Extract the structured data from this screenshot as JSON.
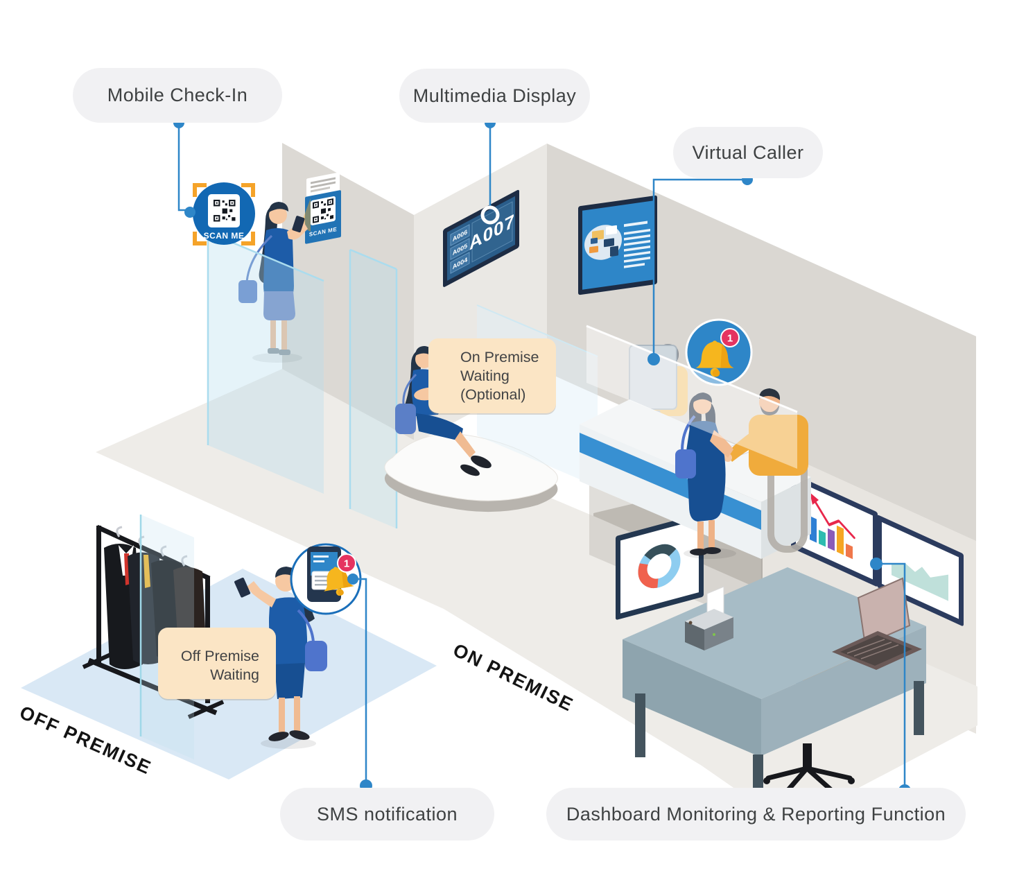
{
  "feature_labels": {
    "mobile_checkin": "Mobile Check-In",
    "multimedia_display": "Multimedia Display",
    "virtual_caller": "Virtual Caller",
    "sms_notification": "SMS notification",
    "dashboard_monitoring": "Dashboard Monitoring & Reporting Function"
  },
  "callouts": {
    "on_premise_waiting": {
      "line1": "On Premise",
      "line2": "Waiting",
      "line3": "(Optional)"
    },
    "off_premise_waiting": {
      "line1": "Off Premise",
      "line2": "Waiting"
    }
  },
  "zones": {
    "on_premise": "ON PREMISE",
    "off_premise": "OFF PREMISE"
  },
  "signage": {
    "scan_badge_text": "SCAN ME",
    "scan_poster_text": "SCAN ME",
    "queue_display": {
      "now_serving": "A007",
      "queue": [
        "A006",
        "A005",
        "A004"
      ]
    },
    "virtual_caller_badge_count": "1",
    "sms_badge_count": "1"
  },
  "colors": {
    "accent_blue": "#2e86c8",
    "pill_bg": "#f1f1f3",
    "pill_text": "#3e4142",
    "callout_beige": "#fbe5c5",
    "wall_light": "#e9e7e3",
    "wall_mid": "#dcd9d4",
    "wall_dark": "#b3afa9",
    "floor_light": "#eeece8",
    "offpremise_floor": "#d9e8f5",
    "bell_yellow": "#f6b61e",
    "badge_red": "#e53360",
    "dress_blue": "#1d5ca8"
  }
}
